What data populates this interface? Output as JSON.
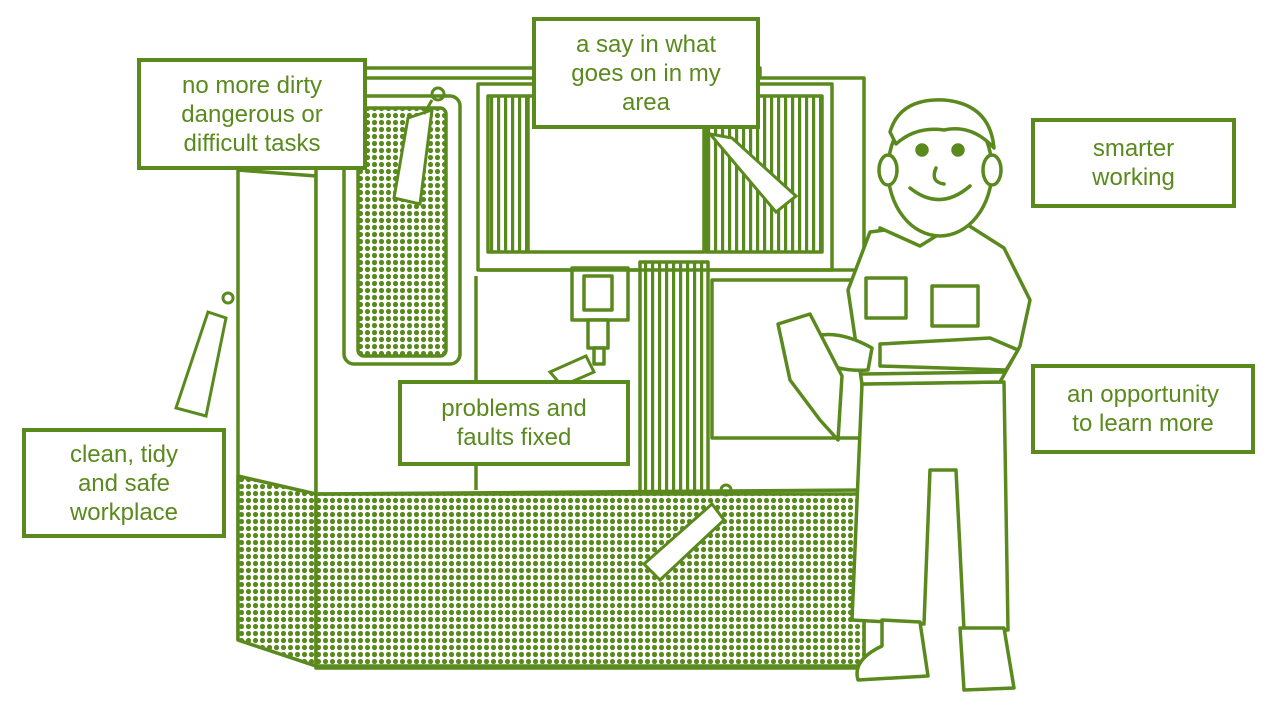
{
  "accent_color": "#5a8a1e",
  "labels": {
    "no_more_dirty": [
      "no more dirty",
      "dangerous or",
      "difficult tasks"
    ],
    "a_say": [
      "a say in what",
      "goes on in my",
      "area"
    ],
    "smarter_working": [
      "smarter",
      "working"
    ],
    "problems_fixed": [
      "problems and",
      "faults fixed"
    ],
    "clean_tidy": [
      "clean, tidy",
      "and safe",
      "workplace"
    ],
    "opportunity": [
      "an opportunity",
      "to learn more"
    ]
  },
  "icons": [
    "machine-tool-illustration",
    "smiling-worker-illustration",
    "tag-icon"
  ]
}
